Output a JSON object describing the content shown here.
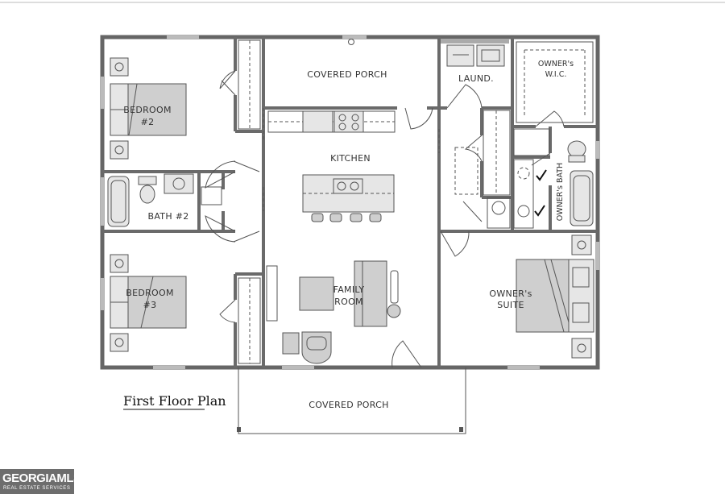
{
  "plan_title": "First Floor Plan",
  "rooms": {
    "covered_porch_rear": "COVERED PORCH",
    "laundry": "LAUND.",
    "owners_wic_1": "OWNER's",
    "owners_wic_2": "W.I.C.",
    "bedroom2_1": "BEDROOM",
    "bedroom2_2": "#2",
    "kitchen": "KITCHEN",
    "bath2": "BATH #2",
    "owners_bath": "OWNER's BATH",
    "bedroom3_1": "BEDROOM",
    "bedroom3_2": "#3",
    "family_1": "FAMILY",
    "family_2": "ROOM",
    "owners_suite_1": "OWNER's",
    "owners_suite_2": "SUITE",
    "covered_porch_front": "COVERED PORCH"
  },
  "logo": {
    "name": "GEORGIAMLS",
    "tagline": "REAL ESTATE SERVICES"
  },
  "colors": {
    "wall": "#666666",
    "furniture": "#cfcfcf",
    "logo_bg": "#6d6d6d"
  }
}
